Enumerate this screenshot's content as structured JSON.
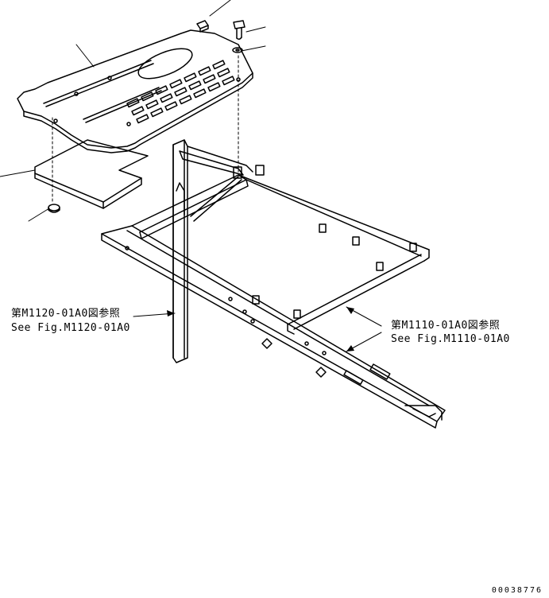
{
  "references": {
    "left": {
      "jp": "第M1120-01A0図参照",
      "en": "See Fig.M1120-01A0"
    },
    "right": {
      "jp": "第M1110-01A0図参照",
      "en": "See Fig.M1110-01A0"
    }
  },
  "drawing_number": "00038776"
}
